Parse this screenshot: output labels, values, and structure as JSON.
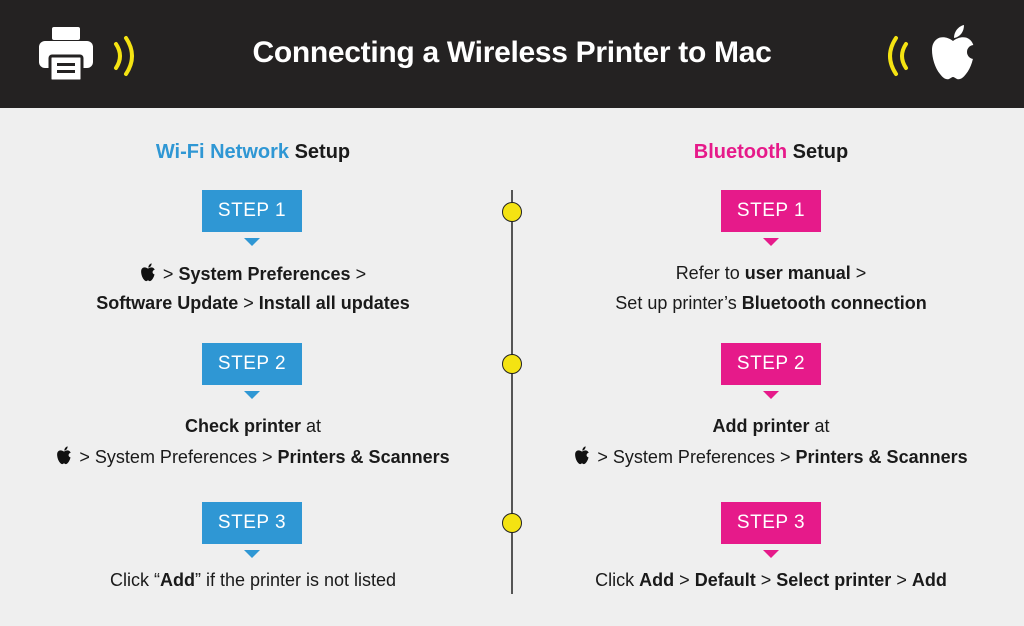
{
  "header": {
    "title": "Connecting a Wireless Printer to Mac",
    "bg_color": "#242222",
    "icons": [
      "printer-icon",
      "wireless-signal-icon",
      "apple-logo-icon"
    ]
  },
  "divider": {
    "dot_color": "#f4e312"
  },
  "wifi": {
    "accent": "#2f97d4",
    "heading_accent": "Wi-Fi Network",
    "heading_rest": "Setup",
    "steps": [
      {
        "label": "STEP 1",
        "l1": {
          "sep1": ">",
          "t1": "System Preferences",
          "sep2": ">"
        },
        "l2": {
          "t1": "Software Update",
          "sep1": ">",
          "t2": "Install all updates"
        }
      },
      {
        "label": "STEP 2",
        "l1": {
          "t1": "Check printer",
          "t2": "at"
        },
        "l2": {
          "sep1": ">",
          "t1": "System Preferences",
          "sep2": ">",
          "t2": "Printers & Scanners"
        }
      },
      {
        "label": "STEP 3",
        "l1": {
          "t1": "Click “",
          "t2": "Add",
          "t3": "” if the printer is not listed"
        }
      }
    ]
  },
  "bluetooth": {
    "accent": "#e61a8a",
    "heading_accent": "Bluetooth",
    "heading_rest": "Setup",
    "steps": [
      {
        "label": "STEP 1",
        "l1": {
          "t1": "Refer to",
          "t2": "user manual",
          "sep1": ">"
        },
        "l2": {
          "t1": "Set up printer’s",
          "t2": "Bluetooth connection"
        }
      },
      {
        "label": "STEP 2",
        "l1": {
          "t1": "Add printer",
          "t2": "at"
        },
        "l2": {
          "sep1": ">",
          "t1": "System Preferences",
          "sep2": ">",
          "t2": "Printers & Scanners"
        }
      },
      {
        "label": "STEP 3",
        "l1": {
          "t1": "Click",
          "t2": "Add",
          "sep1": ">",
          "t3": "Default",
          "sep2": ">",
          "t4": "Select printer",
          "sep3": ">",
          "t5": "Add"
        }
      }
    ]
  }
}
